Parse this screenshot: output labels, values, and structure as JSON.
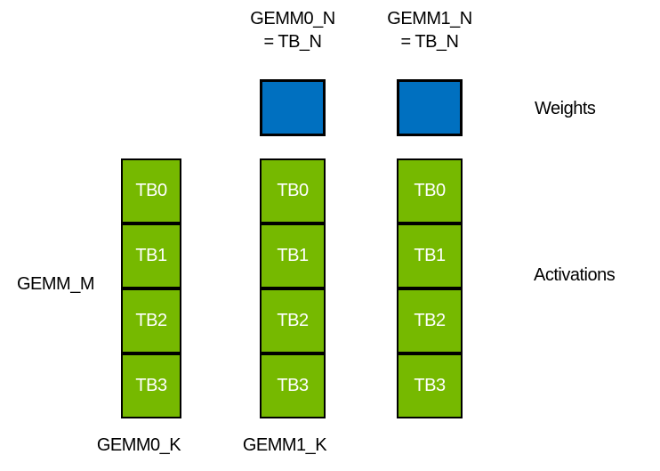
{
  "colors": {
    "weights_blue": "#0070C0",
    "activations_green": "#76B900",
    "outline": "#000000",
    "label_text": "#000000",
    "tb_text": "#ffffff",
    "background": "#ffffff"
  },
  "header_labels": [
    {
      "line1": "GEMM0_N",
      "line2": "= TB_N"
    },
    {
      "line1": "GEMM1_N",
      "line2": "= TB_N"
    }
  ],
  "side_labels": {
    "gemm_m": "GEMM_M",
    "weights": "Weights",
    "activations": "Activations"
  },
  "bottom_labels": {
    "gemm0_k": "GEMM0_K",
    "gemm1_k": "GEMM1_K"
  },
  "columns": [
    {
      "tbs": [
        "TB0",
        "TB1",
        "TB2",
        "TB3"
      ]
    },
    {
      "tbs": [
        "TB0",
        "TB1",
        "TB2",
        "TB3"
      ]
    },
    {
      "tbs": [
        "TB0",
        "TB1",
        "TB2",
        "TB3"
      ]
    }
  ]
}
